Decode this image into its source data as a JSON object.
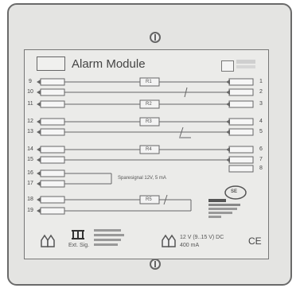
{
  "module": {
    "title": "Alarm Module",
    "spare_signal": "Sparesignal 12V, 5 mA",
    "power": "12 V (9..15 V) DC",
    "current": "400 mA",
    "ce": "CE",
    "ext_sig": "Ext. Sig.",
    "cert_mark": "SE"
  },
  "left_terminals": [
    "9",
    "10",
    "11",
    "12",
    "13",
    "14",
    "15",
    "16",
    "17",
    "18",
    "19"
  ],
  "right_terminals": [
    "1",
    "2",
    "3",
    "4",
    "5",
    "6",
    "7",
    "8"
  ],
  "relays": [
    "R1",
    "R2",
    "R3",
    "R4",
    "R5"
  ],
  "icons": [
    "screw-icon",
    "fuse-icon",
    "arrow-left-icon",
    "ce-mark-icon",
    "certification-icon"
  ]
}
